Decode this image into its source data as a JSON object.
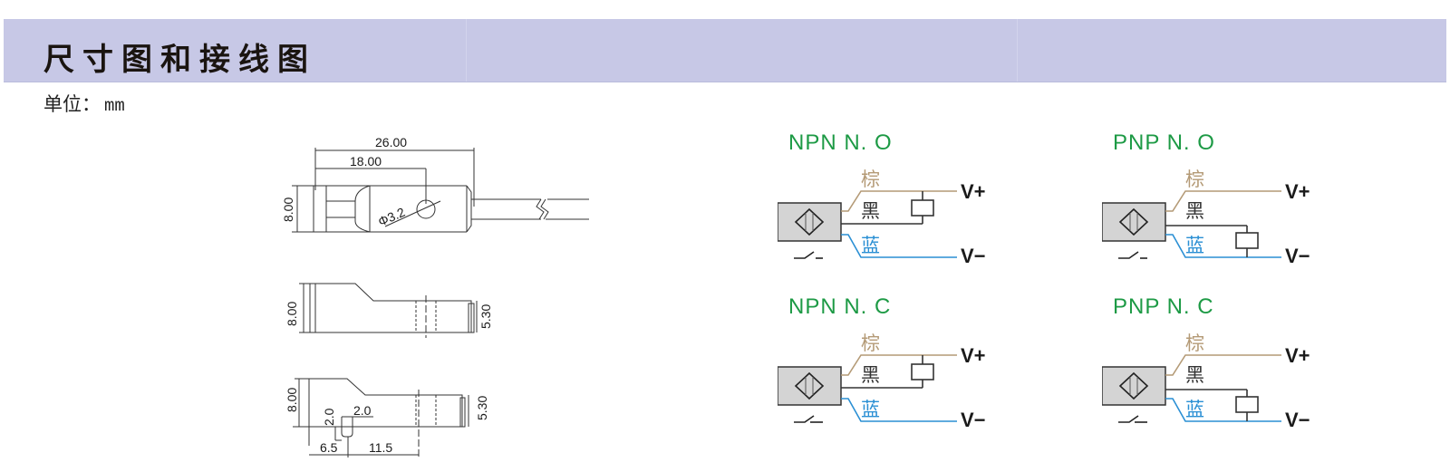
{
  "header": {
    "title": "尺寸图和接线图",
    "unit_label": "单位：",
    "unit_value": "mm",
    "banner_color": "#c7c8e6"
  },
  "dimension_drawing": {
    "top_view": {
      "overall_length": "26.00",
      "hole_center_distance": "18.00",
      "height": "8.00",
      "hole_diameter": "Φ3.2"
    },
    "side_view": {
      "height": "8.00",
      "tail_height": "5.30"
    },
    "bottom_view": {
      "height": "8.00",
      "tail_height": "5.30",
      "slot_width": "2.0",
      "slot_depth": "2.0",
      "slot_offset": "6.5",
      "slot_to_center": "11.5"
    }
  },
  "wiring": {
    "colors": {
      "label": "#1d9a45",
      "brown": "#b49a76",
      "black": "#333333",
      "blue": "#2a8fd4",
      "sensor_fill": "#d4d4d4"
    },
    "wire_labels": {
      "brown": "棕",
      "black": "黑",
      "blue": "蓝"
    },
    "terminals": {
      "positive": "V+",
      "negative": "V−"
    },
    "diagrams": [
      {
        "id": "npn-no",
        "title": "NPN  N. O",
        "type": "NPN",
        "contact": "N.O"
      },
      {
        "id": "pnp-no",
        "title": "PNP  N. O",
        "type": "PNP",
        "contact": "N.O"
      },
      {
        "id": "npn-nc",
        "title": "NPN  N. C",
        "type": "NPN",
        "contact": "N.C"
      },
      {
        "id": "pnp-nc",
        "title": "PNP  N. C",
        "type": "PNP",
        "contact": "N.C"
      }
    ]
  }
}
